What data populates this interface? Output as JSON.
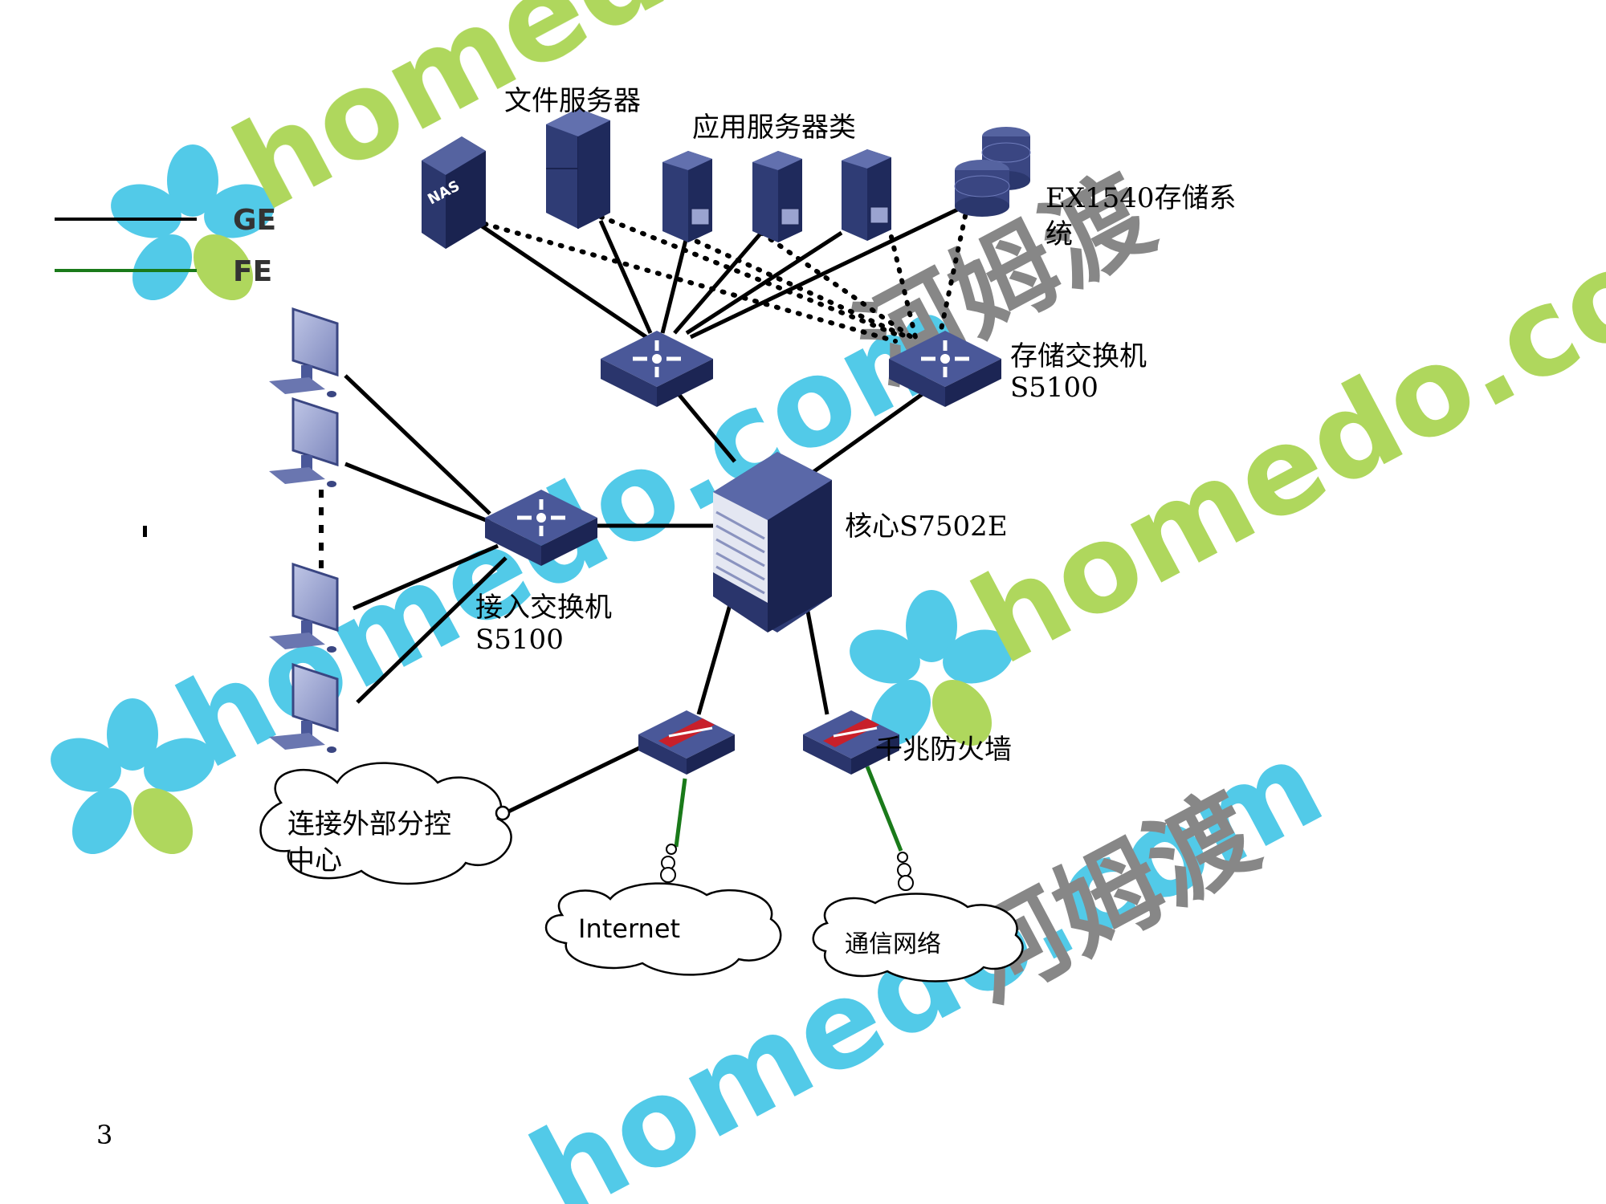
{
  "legend": {
    "items": [
      {
        "label": "GE",
        "color": "#000000"
      },
      {
        "label": "FE",
        "color": "#1a7a1a"
      }
    ]
  },
  "labels": {
    "file_server": "文件服务器",
    "app_server": "应用服务器类",
    "storage_system_line1": "EX1540存储系",
    "storage_system_line2": "统",
    "storage_switch_line1": "存储交换机",
    "storage_switch_line2": "S5100",
    "core": "核心S7502E",
    "access_switch_line1": "接入交换机",
    "access_switch_line2": "S5100",
    "firewall": "千兆防火墙",
    "nas": "NAS"
  },
  "clouds": {
    "external_line1": "连接外部分控",
    "external_line2": "中心",
    "internet": "Internet",
    "telecom": "通信网络"
  },
  "watermark": {
    "brand_en": "homedo.com",
    "brand_cn": "河姆渡",
    "colors": {
      "green": "#a6d34b",
      "blue": "#3fc4e6",
      "gray": "#7a7a7a"
    }
  },
  "page_number": "3"
}
